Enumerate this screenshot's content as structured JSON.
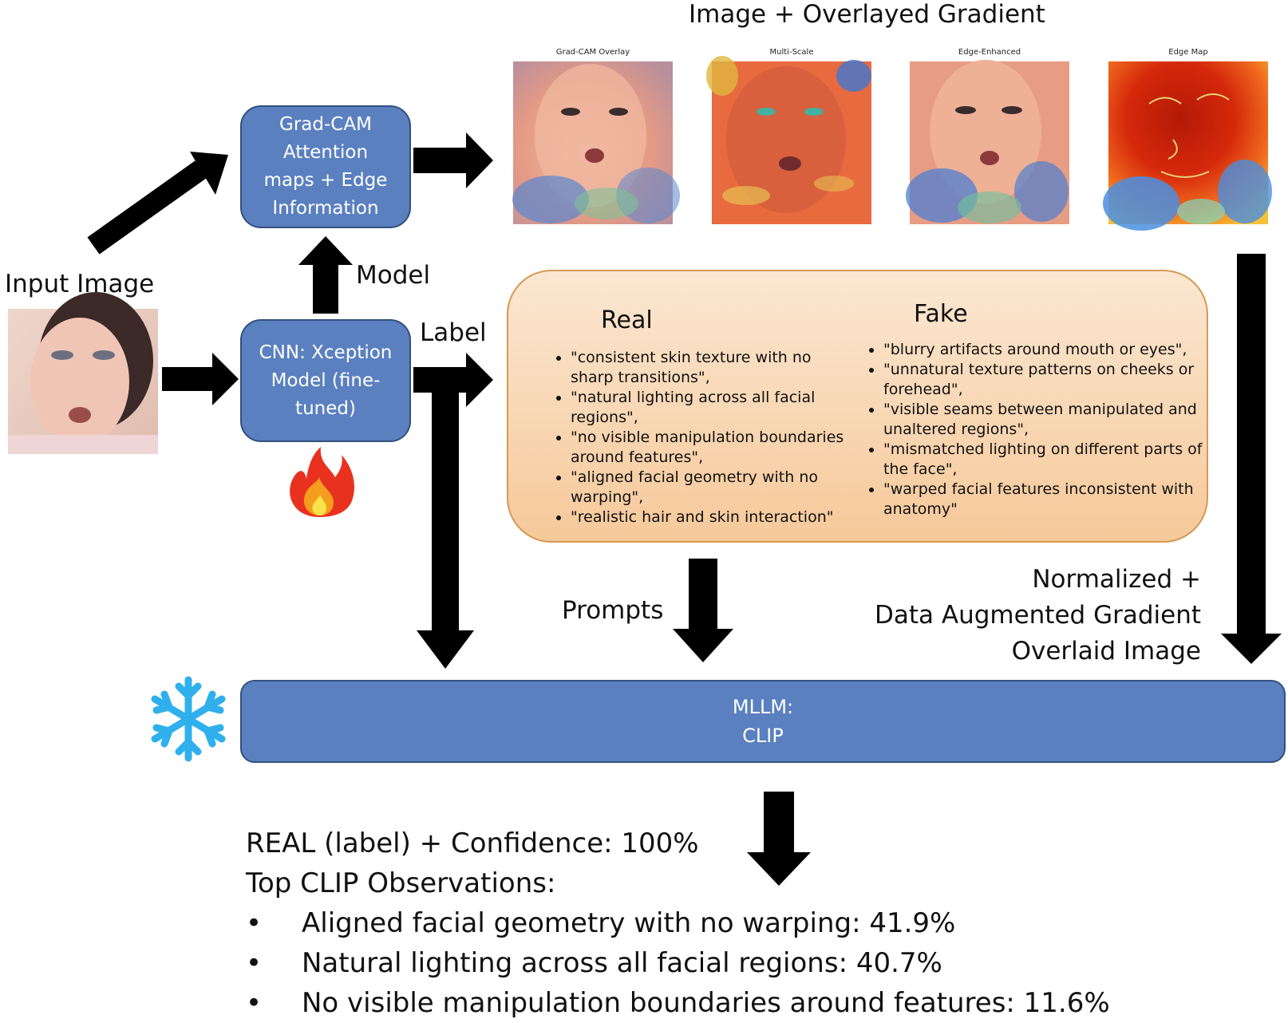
{
  "header": {
    "overlay_title": "Image + Overlayed Gradient"
  },
  "labels": {
    "input_image": "Input Image",
    "model": "Model",
    "label": "Label",
    "prompts": "Prompts",
    "gradient_overlaid": [
      "Normalized +",
      "Data Augmented Gradient",
      "Overlaid Image"
    ]
  },
  "nodes": {
    "gradcam": [
      "Grad-CAM",
      "Attention",
      "maps  + Edge",
      "Information"
    ],
    "cnn": [
      "CNN: Xception",
      "Model (fine-",
      "tuned)"
    ],
    "mllm": [
      "MLLM:",
      "CLIP"
    ]
  },
  "thumbnails": [
    {
      "caption": "Grad-CAM Overlay"
    },
    {
      "caption": "Multi-Scale"
    },
    {
      "caption": "Edge-Enhanced"
    },
    {
      "caption": "Edge Map"
    }
  ],
  "prompts": {
    "real": {
      "title": "Real",
      "items": [
        "\"consistent skin texture with no sharp transitions\",",
        "\"natural lighting across all facial regions\",",
        "\"no visible manipulation boundaries around features\",",
        "\"aligned facial geometry with no warping\",",
        "\"realistic hair and skin interaction\""
      ]
    },
    "fake": {
      "title": "Fake",
      "items": [
        "\"blurry artifacts around mouth or eyes\",",
        "\"unnatural texture patterns on cheeks or forehead\",",
        "\"visible seams between manipulated and unaltered regions\",",
        "\"mismatched lighting on different parts of the face\",",
        " \"warped facial features inconsistent with anatomy\""
      ]
    }
  },
  "results": {
    "headline": "REAL (label) + Confidence: 100%",
    "subhead": "Top CLIP Observations:",
    "observations": [
      "Aligned facial geometry with no warping: 41.9%",
      "Natural lighting across all facial regions: 40.7%",
      "No visible manipulation boundaries around features: 11.6%"
    ]
  },
  "icons": {
    "fire": "fire-icon",
    "snowflake": "snowflake-icon"
  }
}
